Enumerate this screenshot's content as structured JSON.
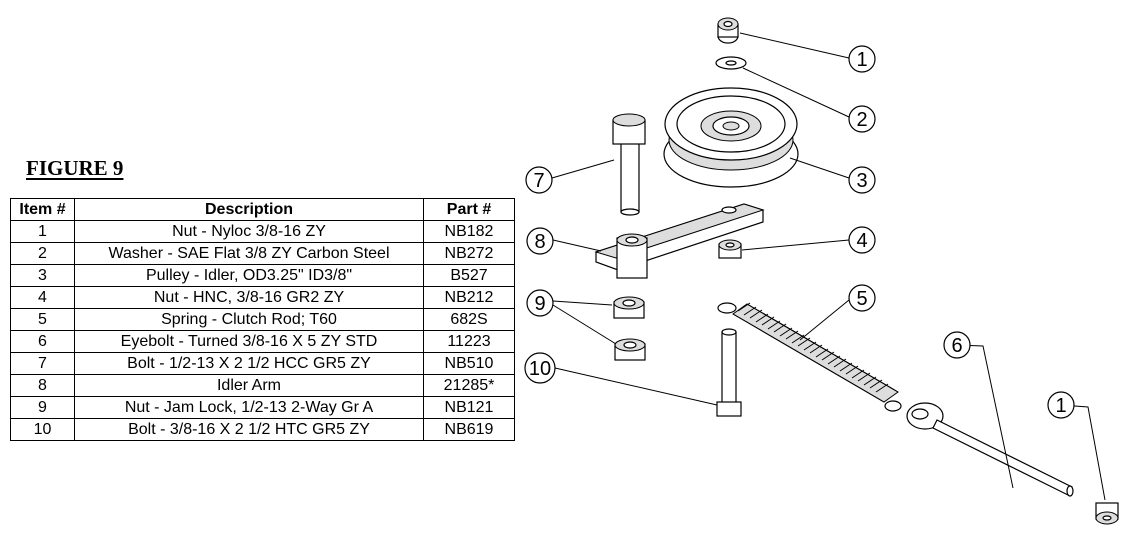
{
  "figure_title": "FIGURE 9",
  "table": {
    "headers": [
      "Item #",
      "Description",
      "Part #"
    ],
    "rows": [
      [
        "1",
        "Nut - Nyloc 3/8-16 ZY",
        "NB182"
      ],
      [
        "2",
        "Washer - SAE Flat 3/8 ZY Carbon Steel",
        "NB272"
      ],
      [
        "3",
        "Pulley - Idler, OD3.25\" ID3/8\"",
        "B527"
      ],
      [
        "4",
        "Nut - HNC, 3/8-16 GR2 ZY",
        "NB212"
      ],
      [
        "5",
        "Spring - Clutch Rod; T60",
        "682S"
      ],
      [
        "6",
        "Eyebolt - Turned 3/8-16 X 5 ZY STD",
        "11223"
      ],
      [
        "7",
        "Bolt - 1/2-13 X 2 1/2 HCC GR5 ZY",
        "NB510"
      ],
      [
        "8",
        "Idler Arm",
        "21285*"
      ],
      [
        "9",
        "Nut - Jam Lock, 1/2-13 2-Way Gr A",
        "NB121"
      ],
      [
        "10",
        "Bolt - 3/8-16 X 2 1/2 HTC GR5 ZY",
        "NB619"
      ]
    ]
  },
  "callouts": [
    "1",
    "2",
    "3",
    "7",
    "8",
    "4",
    "9",
    "5",
    "6",
    "10",
    "1"
  ]
}
